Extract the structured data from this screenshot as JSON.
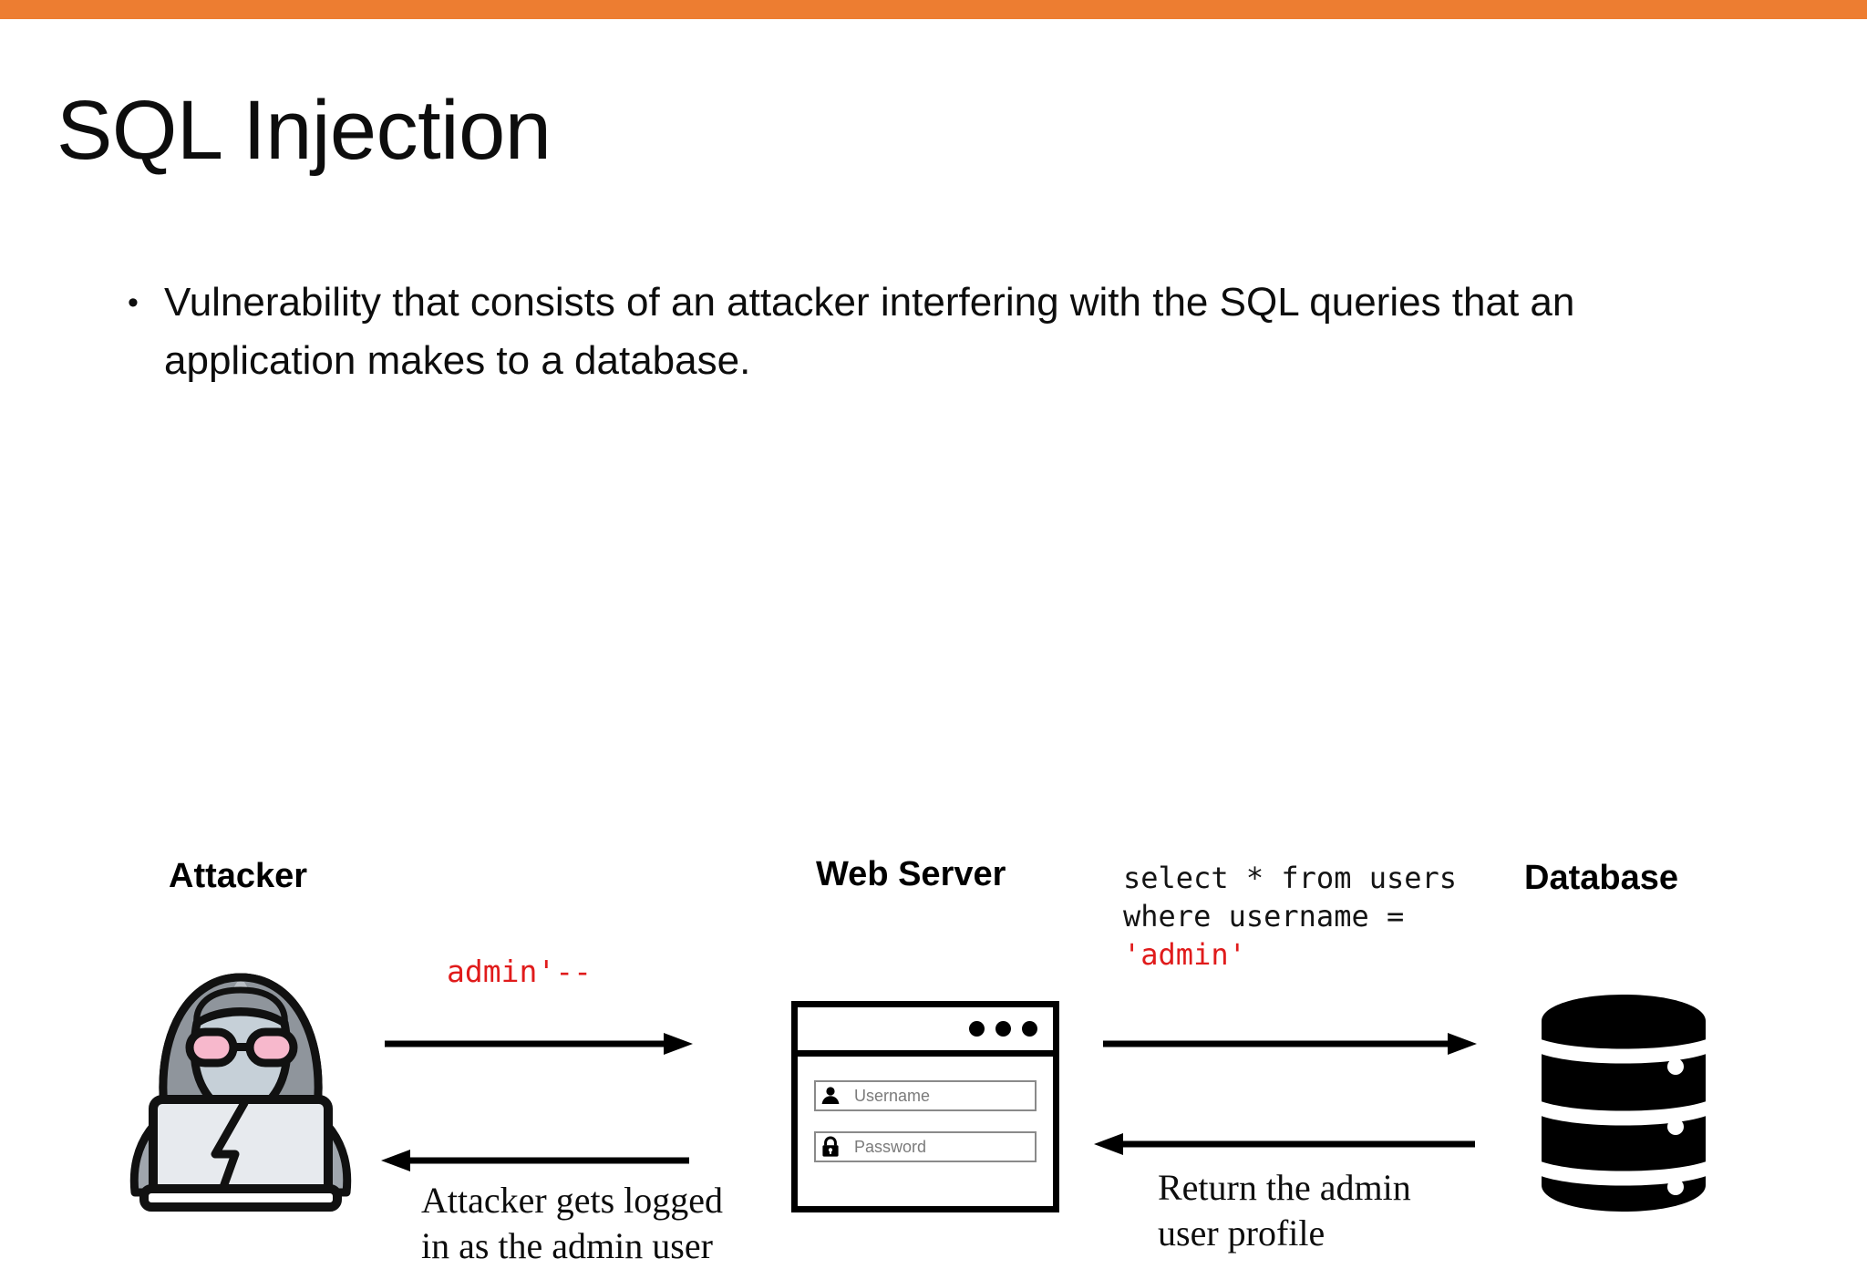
{
  "slide": {
    "title": "SQL Injection",
    "accent_color": "#ED7D31",
    "bullets": [
      "Vulnerability that consists of an attacker interfering with the SQL queries that an application makes to a database."
    ]
  },
  "diagram": {
    "labels": {
      "attacker": "Attacker",
      "web_server": "Web Server",
      "database": "Database"
    },
    "payload": "admin'--",
    "payload_color": "#E01B1B",
    "query": {
      "line1": "select * from users",
      "line2": "where username =",
      "literal": "'admin'",
      "literal_color": "#E01B1B",
      "text_color": "#141414"
    },
    "captions": {
      "left": "Attacker gets logged\nin as the admin user",
      "right": "Return the admin\nuser profile"
    },
    "arrows": [
      {
        "name": "attacker-to-server",
        "direction": "right"
      },
      {
        "name": "server-to-attacker",
        "direction": "left"
      },
      {
        "name": "server-to-database",
        "direction": "right"
      },
      {
        "name": "database-to-server",
        "direction": "left"
      }
    ]
  },
  "browser": {
    "dots": [
      "dot",
      "dot",
      "dot"
    ],
    "fields": [
      {
        "icon": "person-icon",
        "placeholder": "Username"
      },
      {
        "icon": "lock-icon",
        "placeholder": "Password"
      }
    ]
  },
  "icons": {
    "hacker": "hacker-with-laptop-icon",
    "database": "database-cylinder-icon"
  }
}
